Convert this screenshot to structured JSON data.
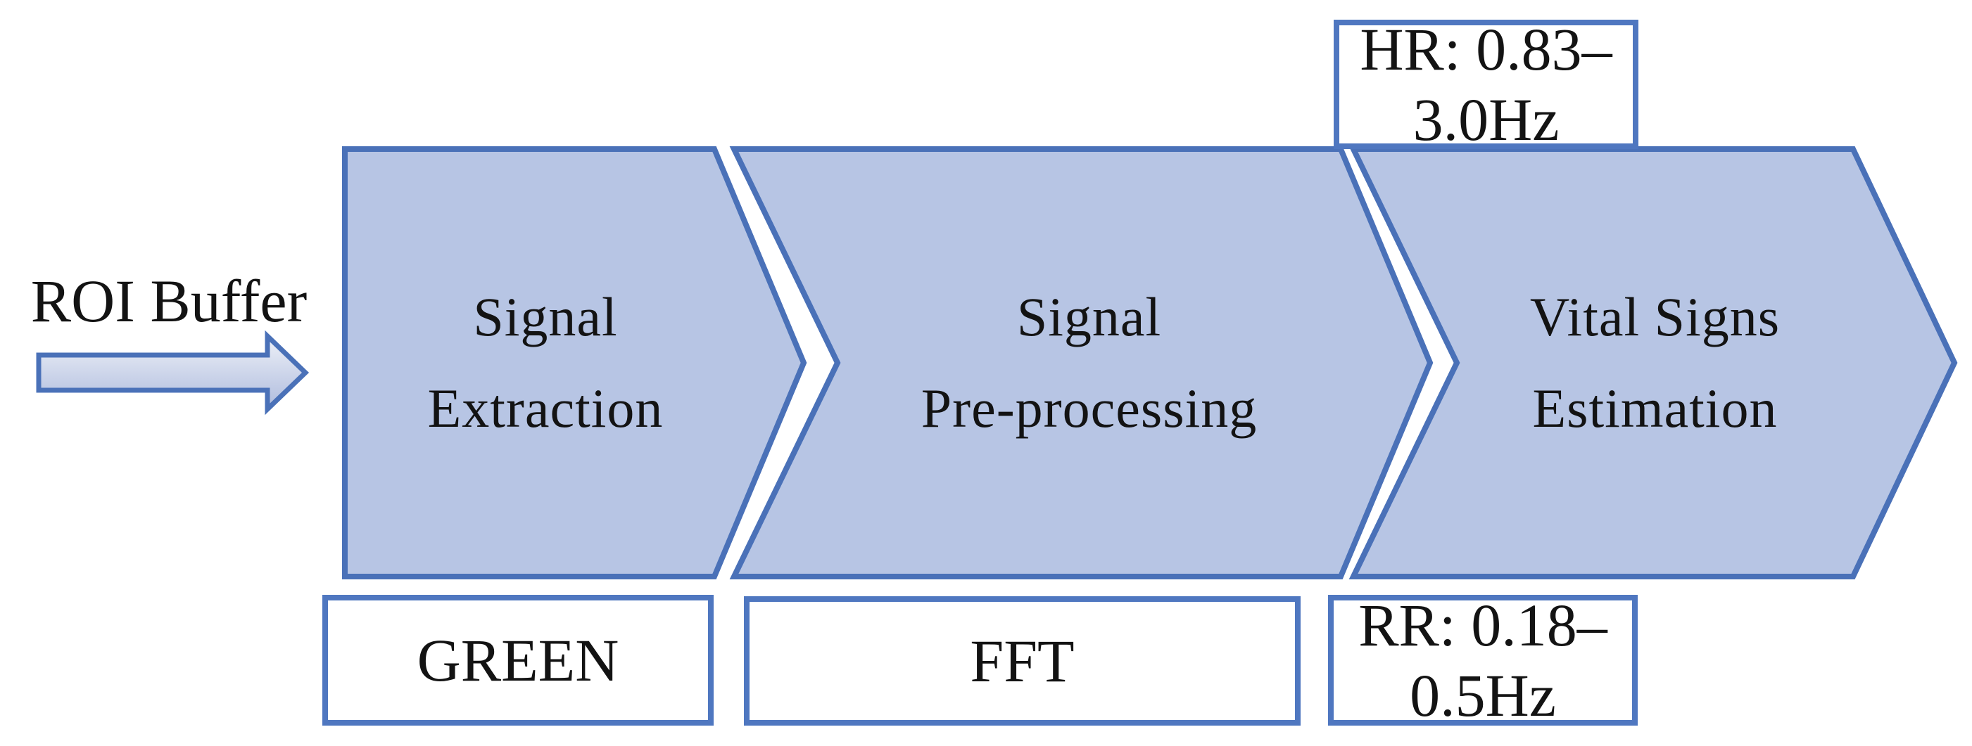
{
  "diagram": {
    "title_hint": "rPPG vital signs estimation pipeline",
    "input": {
      "label": "ROI Buffer"
    },
    "stages": [
      {
        "name": "signal-extraction",
        "line1": "Signal",
        "line2": "Extraction",
        "annotation_below": "GREEN"
      },
      {
        "name": "signal-pre-processing",
        "line1": "Signal",
        "line2": "Pre-processing",
        "annotation_below": "FFT"
      },
      {
        "name": "vital-signs-estimation",
        "line1": "Vital Signs",
        "line2": "Estimation",
        "annotation_above": "HR: 0.83–3.0Hz",
        "annotation_below": "RR: 0.18–0.5Hz"
      }
    ],
    "colors": {
      "chevron_fill": "#b7c5e4",
      "chevron_border": "#4a71b8",
      "box_border": "#4f77c0",
      "box_fill": "#ffffff",
      "arrow_fill_top": "#eef1f8",
      "arrow_fill_bottom": "#aebbdd",
      "text": "#131313",
      "background": "#ffffff"
    }
  }
}
